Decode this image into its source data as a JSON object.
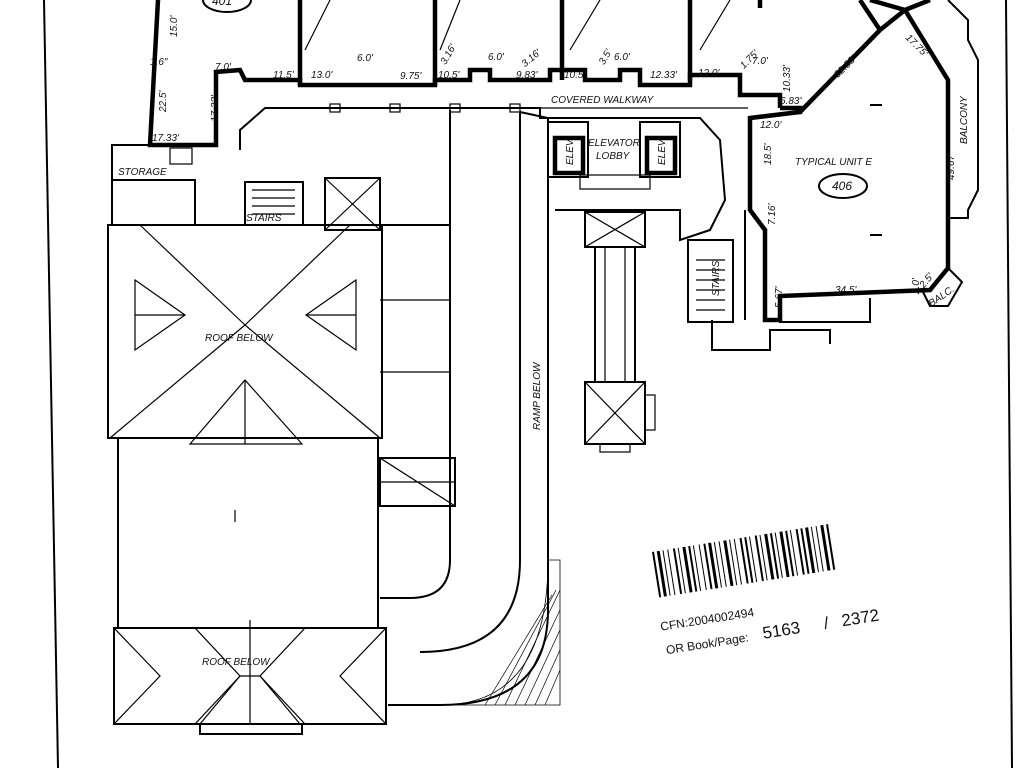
{
  "units": {
    "unit_401": "401",
    "unit_406": "406",
    "typical_unit": "TYPICAL UNIT E"
  },
  "labels": {
    "covered_walkway": "COVERED WALKWAY",
    "elevator_lobby_1": "ELEVATOR",
    "elevator_lobby_2": "LOBBY",
    "elev": "ELEV",
    "storage": "STORAGE",
    "stairs": "STAIRS",
    "roof_below_1": "ROOF BELOW",
    "roof_below_2": "ROOF BELOW",
    "ramp_below": "RAMP BELOW",
    "balcony": "BALCONY",
    "balc": "BALC."
  },
  "dimensions": {
    "d_15_0": "15.0'",
    "d_1_6": "1.6\"",
    "d_22_5": "22.5'",
    "d_17_33a": "17.33'",
    "d_17_33b": "17.33'",
    "d_7_0a": "7.0'",
    "d_11_5": "11.5'",
    "d_13_0": "13.0'",
    "d_6_0a": "6.0'",
    "d_9_75": "9.75'",
    "d_3_16a": "3.16'",
    "d_10_5a": "10.5'",
    "d_6_0b": "6.0'",
    "d_3_16b": "3.16'",
    "d_9_83": "9.83'",
    "d_10_5b": "10.5'",
    "d_3_5": "3.5'",
    "d_6_0c": "6.0'",
    "d_12_33": "12.33'",
    "d_12_0a": "12.0'",
    "d_7_0b": "7.0'",
    "d_10_33": "10.33'",
    "d_6_83": "6.83'",
    "d_32_83": "32.83'",
    "d_17_75": "17.75'",
    "d_12_0b": "12.0'",
    "d_18_5": "18.5'",
    "d_49_67": "49.67'",
    "d_7_16": "7.16'",
    "d_34_5": "34.5'",
    "d_2_0": "2.0'",
    "d_5_67": "5.67'",
    "d_2_5": "2.5'",
    "d_1_75": "1.75'"
  },
  "recording": {
    "cfn": "CFN:2004002494",
    "book_page_label": "OR Book/Page:",
    "book": "5163",
    "slash": "/",
    "page": "2372"
  }
}
